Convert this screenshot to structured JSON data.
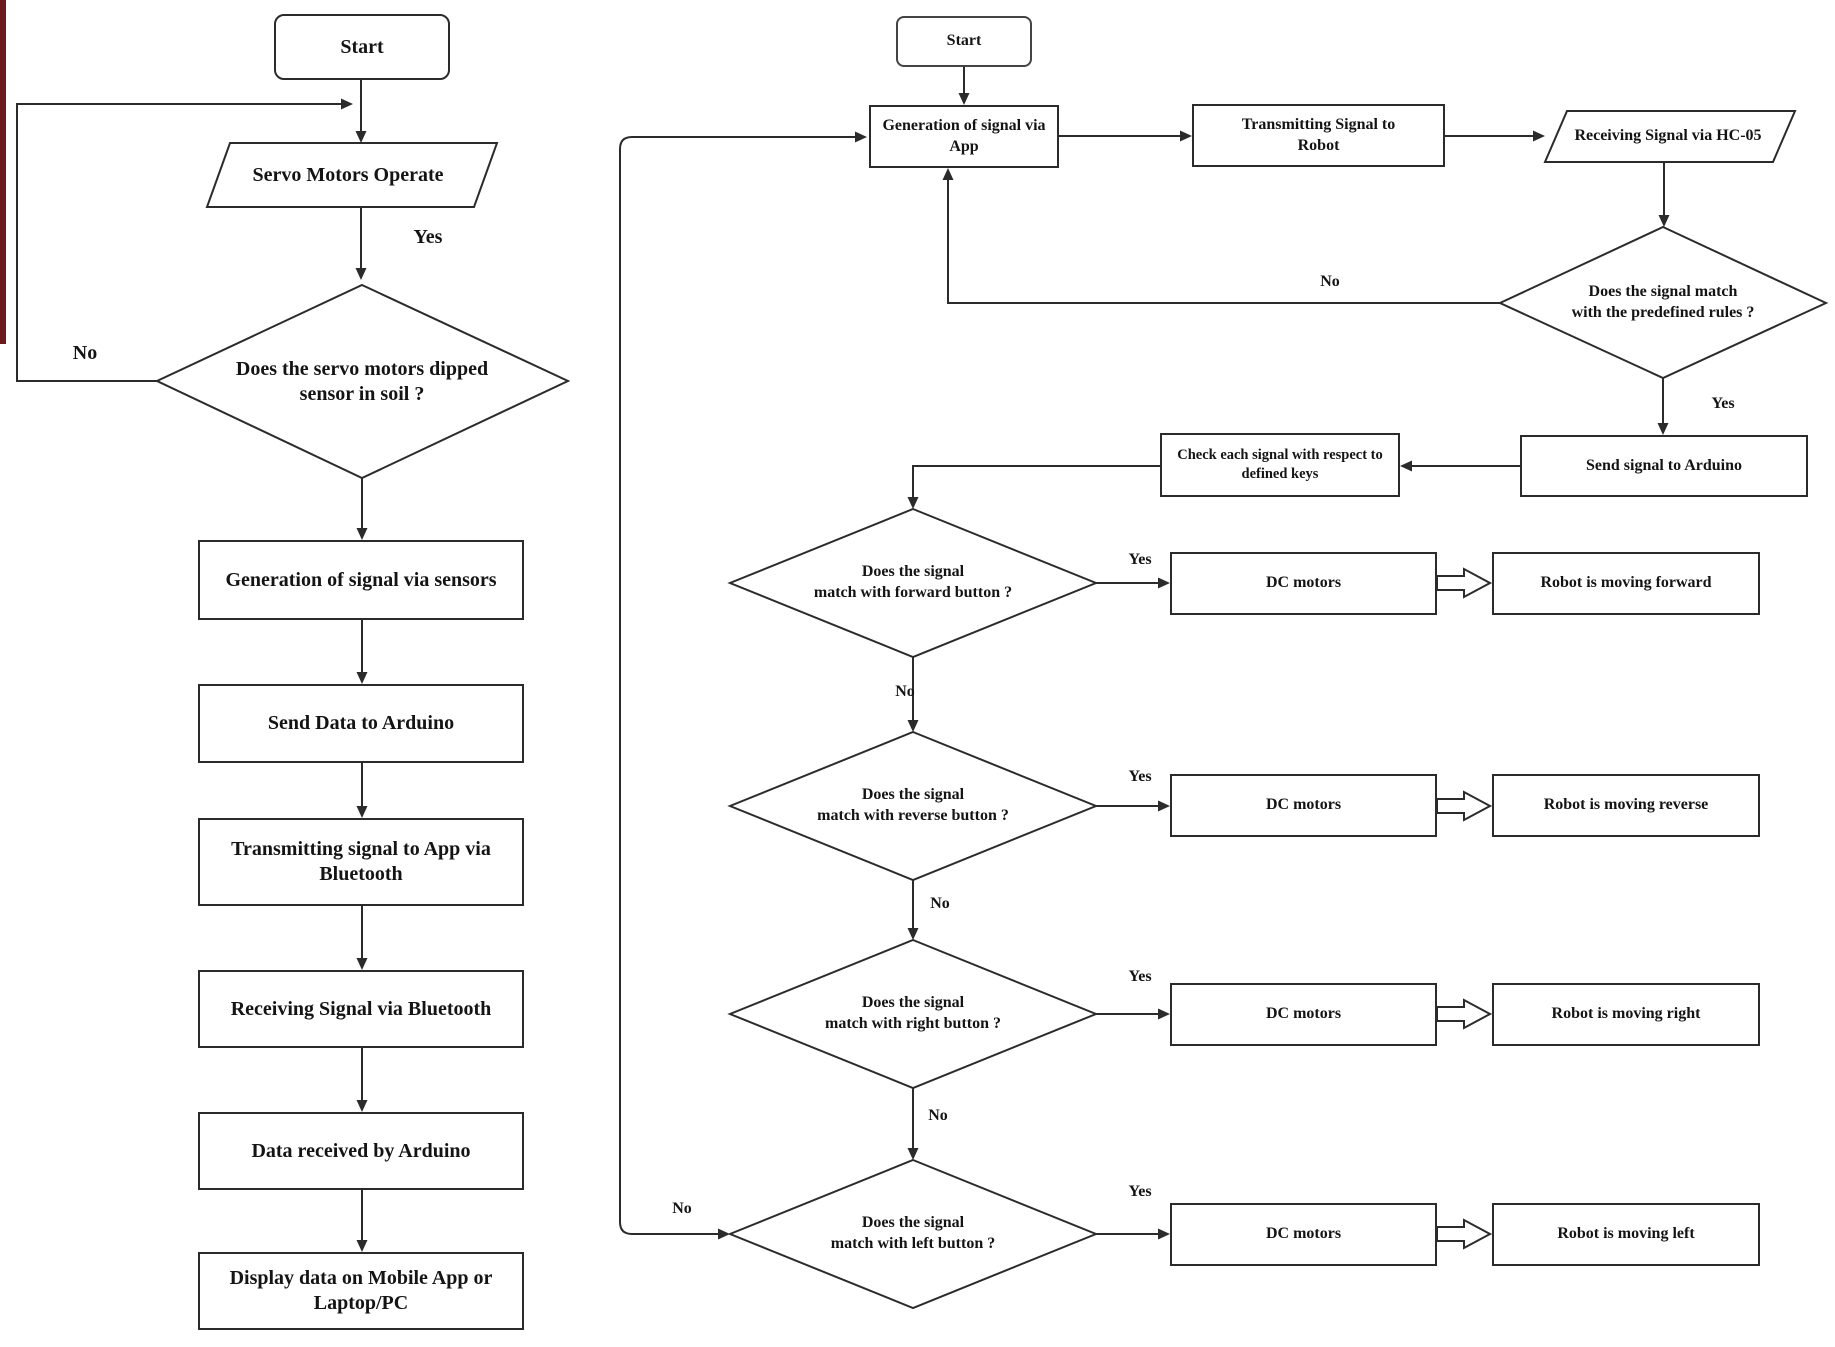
{
  "left_flow": {
    "start_label": "Start",
    "input_label": "Servo Motors Operate",
    "decision_label": "Does the servo motors dipped\nsensor in soil ?",
    "edge_yes": "Yes",
    "edge_no": "No",
    "steps": [
      "Generation of signal via sensors",
      "Send Data to Arduino",
      "Transmitting signal to App via\nBluetooth",
      "Receiving Signal via Bluetooth",
      "Data received by Arduino",
      "Display data on Mobile App or\nLaptop/PC"
    ]
  },
  "right_flow": {
    "start_label": "Start",
    "generate_label": "Generation of signal via\nApp",
    "transmit_label": "Transmitting Signal to\nRobot",
    "receive_label": "Receiving Signal via HC-05",
    "rules_decision_label": "Does the signal match\nwith the predefined rules ?",
    "send_label": "Send signal to Arduino",
    "check_label": "Check each signal with respect to\ndefined keys",
    "edge_yes": "Yes",
    "edge_no": "No",
    "branches": [
      {
        "decision": "Does the signal\nmatch with forward button ?",
        "action": "DC motors",
        "result": "Robot is  moving forward"
      },
      {
        "decision": "Does the signal\nmatch with reverse button ?",
        "action": "DC motors",
        "result": "Robot is  moving reverse"
      },
      {
        "decision": "Does the signal\nmatch with right button ?",
        "action": "DC motors",
        "result": "Robot is  moving right"
      },
      {
        "decision": "Does the signal\nmatch with left button ?",
        "action": "DC motors",
        "result": "Robot is  moving left"
      }
    ]
  },
  "colors": {
    "line": "#2b2b2b",
    "text": "#141414",
    "node_fill": "#ffffff",
    "background": "#ffffff",
    "scan_artifact": "#6e1a1d"
  }
}
